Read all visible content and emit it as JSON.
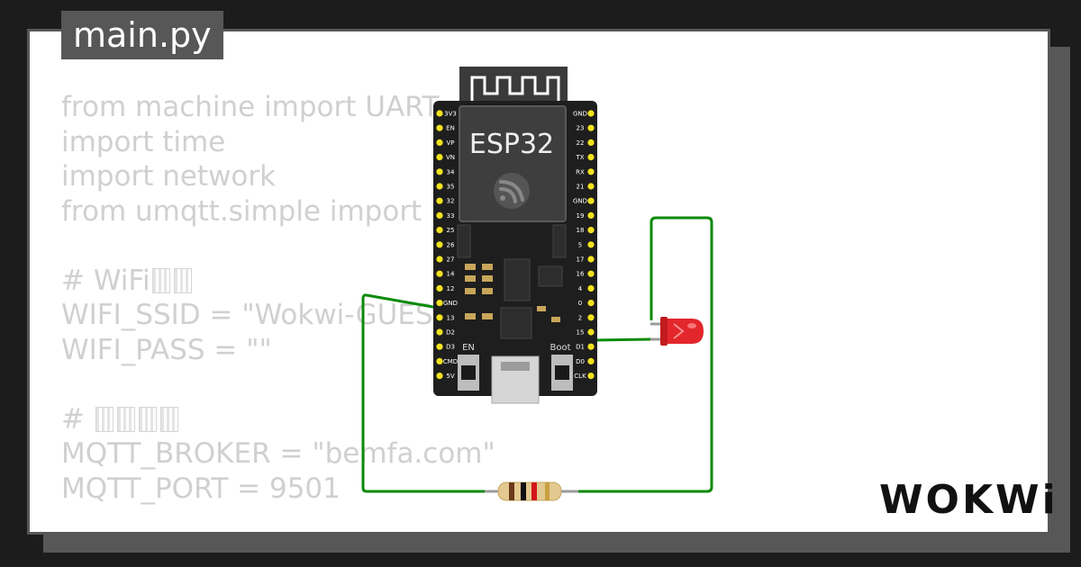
{
  "file_tab": {
    "label": "main.py"
  },
  "code_lines": [
    {
      "text": "from machine import UART, P"
    },
    {
      "text": "import time"
    },
    {
      "text": "import network"
    },
    {
      "text": "from umqtt.simple import M"
    },
    {
      "text": ""
    },
    {
      "text": "# WiFi",
      "glyphs": 2
    },
    {
      "text": "WIFI_SSID = \"Wokwi-GUEST"
    },
    {
      "text": "WIFI_PASS = \"\""
    },
    {
      "text": ""
    },
    {
      "text": "# ",
      "glyphs": 4
    },
    {
      "text": "MQTT_BROKER = \"bemfa.com\""
    },
    {
      "text": "MQTT_PORT = 9501"
    }
  ],
  "board": {
    "chip_label": "ESP32",
    "button_en_label": "EN",
    "button_boot_label": "Boot",
    "left_pins": [
      "3V3",
      "EN",
      "VP",
      "VN",
      "34",
      "35",
      "32",
      "33",
      "25",
      "26",
      "27",
      "14",
      "12",
      "GND",
      "13",
      "D2",
      "D3",
      "CMD",
      "5V"
    ],
    "right_pins": [
      "GND",
      "23",
      "22",
      "TX",
      "RX",
      "21",
      "GND",
      "19",
      "18",
      "5",
      "17",
      "16",
      "4",
      "0",
      "2",
      "15",
      "D1",
      "D0",
      "CLK"
    ]
  },
  "logo": {
    "text": "WOKWi"
  },
  "colors": {
    "wire": "#0a8a0a",
    "led": "#e3262b",
    "board": "#1e1e1e",
    "pin": "#f2e21d",
    "code_text": "#d0d0d0",
    "frame": "#575757"
  }
}
